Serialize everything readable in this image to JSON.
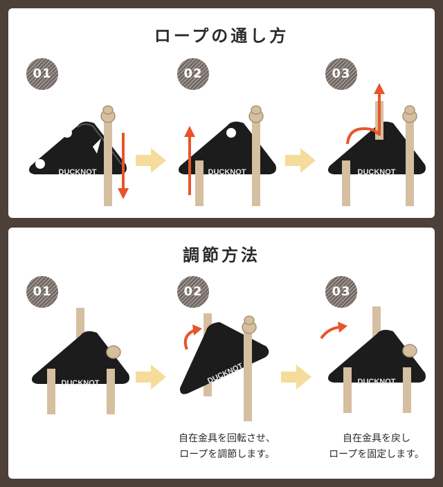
{
  "brand": "DUCKNOT",
  "colors": {
    "accent": "#e8542a",
    "arrow": "#f6dc9a",
    "plate": "#1c1c1c",
    "rope": "#d5bfa0",
    "background": "#4d4038"
  },
  "threading": {
    "title": "ロープの通し方",
    "steps": [
      {
        "number": "01"
      },
      {
        "number": "02"
      },
      {
        "number": "03"
      }
    ]
  },
  "adjusting": {
    "title": "調節方法",
    "steps": [
      {
        "number": "01",
        "caption": ""
      },
      {
        "number": "02",
        "caption": "自在金具を回転させ、\nロープを調節します。"
      },
      {
        "number": "03",
        "caption": "自在金具を戻し\nロープを固定します。"
      }
    ]
  }
}
